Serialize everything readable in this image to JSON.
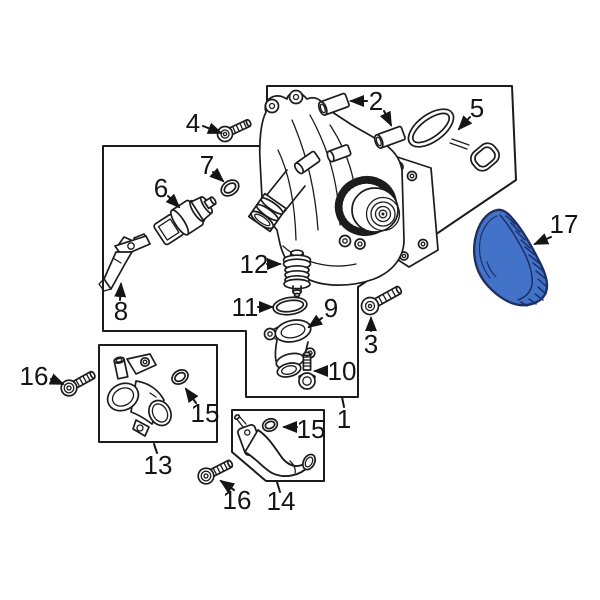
{
  "colors": {
    "background": "#ffffff",
    "line": "#1c1c1c",
    "belt_fill": "#4273c9",
    "belt_stroke": "#1e2f63"
  },
  "highlight": {
    "part_number": "17"
  },
  "callouts": {
    "c1": "1",
    "c2": "2",
    "c3": "3",
    "c4": "4",
    "c5": "5",
    "c6": "6",
    "c7": "7",
    "c8": "8",
    "c9": "9",
    "c10": "10",
    "c11": "11",
    "c12": "12",
    "c13": "13",
    "c14": "14",
    "c15a": "15",
    "c15b": "15",
    "c16a": "16",
    "c16b": "16",
    "c17": "17"
  }
}
